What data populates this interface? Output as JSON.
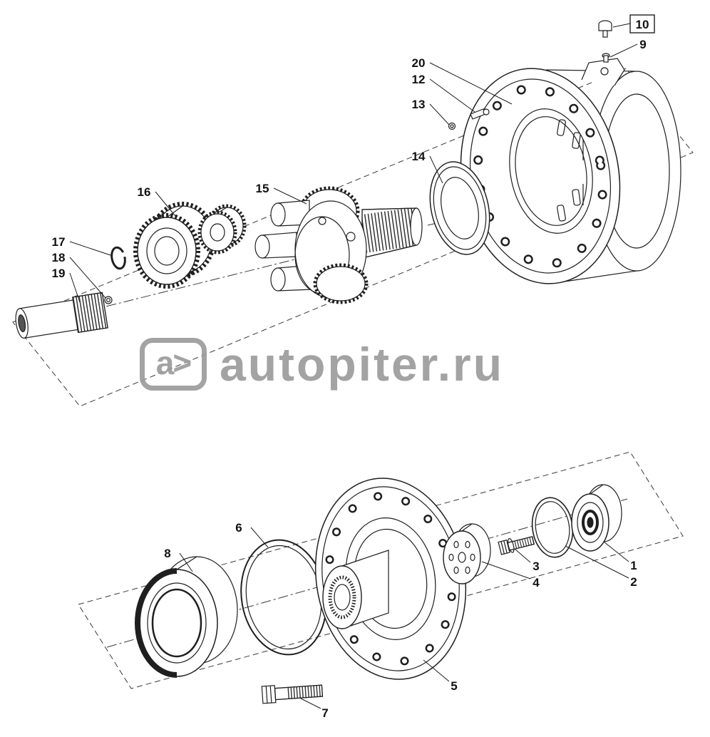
{
  "diagram": {
    "type": "exploded-parts-diagram",
    "background": "#ffffff",
    "line_color": "#1f1f1f",
    "watermark": {
      "logo_text": "a>",
      "brand_text": "autopiter.ru",
      "color": "#9c9c9c"
    },
    "callouts": {
      "c1": "1",
      "c2": "2",
      "c3": "3",
      "c4": "4",
      "c5": "5",
      "c6": "6",
      "c7": "7",
      "c8": "8",
      "c9": "9",
      "c10": "10",
      "c12": "12",
      "c13": "13",
      "c14": "14",
      "c15": "15",
      "c16": "16",
      "c17": "17",
      "c18": "18",
      "c19": "19",
      "c20": "20"
    },
    "boxed_callout": "10"
  }
}
